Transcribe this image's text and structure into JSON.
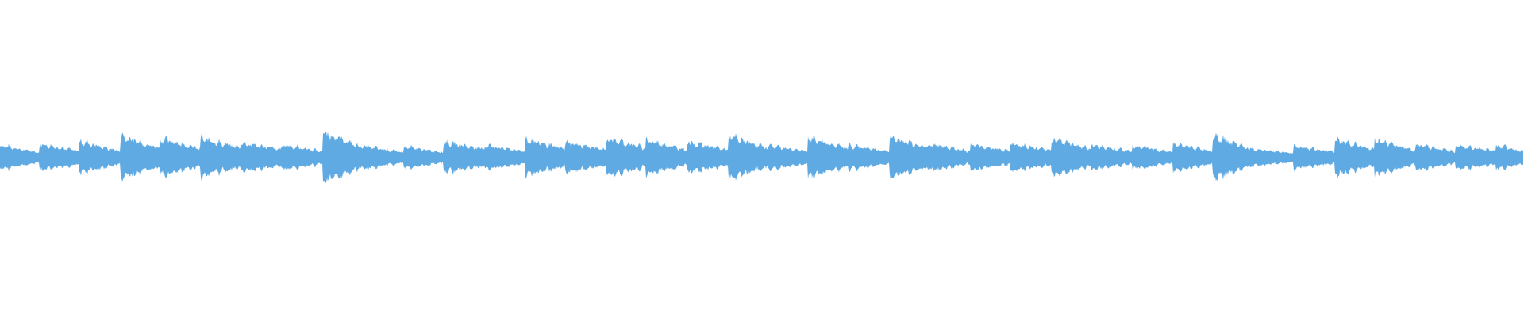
{
  "waveform": {
    "color": "#5faae2",
    "background": "#ffffff",
    "onsets": [
      0.0,
      0.026,
      0.052,
      0.079,
      0.105,
      0.132,
      0.158,
      0.185,
      0.212,
      0.238,
      0.265,
      0.291,
      0.318,
      0.345,
      0.371,
      0.398,
      0.424,
      0.451,
      0.478,
      0.504,
      0.53,
      0.557,
      0.584,
      0.61,
      0.637,
      0.663,
      0.69,
      0.716,
      0.743,
      0.77,
      0.796,
      0.822,
      0.849,
      0.876,
      0.902,
      0.929,
      0.955,
      0.982
    ],
    "peaks": [
      0.32,
      0.35,
      0.42,
      0.55,
      0.5,
      0.5,
      0.38,
      0.33,
      0.65,
      0.3,
      0.28,
      0.4,
      0.32,
      0.48,
      0.4,
      0.5,
      0.45,
      0.4,
      0.55,
      0.32,
      0.52,
      0.32,
      0.52,
      0.36,
      0.34,
      0.36,
      0.5,
      0.32,
      0.3,
      0.35,
      0.58,
      0.22,
      0.3,
      0.46,
      0.46,
      0.34,
      0.34,
      0.32
    ],
    "decay": [
      0.6,
      0.5,
      0.6,
      0.55,
      0.55,
      0.5,
      0.45,
      0.5,
      0.6,
      0.55,
      0.5,
      0.45,
      0.5,
      0.55,
      0.5,
      0.5,
      0.55,
      0.5,
      0.55,
      0.5,
      0.55,
      0.5,
      0.5,
      0.55,
      0.5,
      0.5,
      0.55,
      0.5,
      0.5,
      0.5,
      0.65,
      0.45,
      0.5,
      0.55,
      0.6,
      0.55,
      0.5,
      0.5
    ]
  }
}
